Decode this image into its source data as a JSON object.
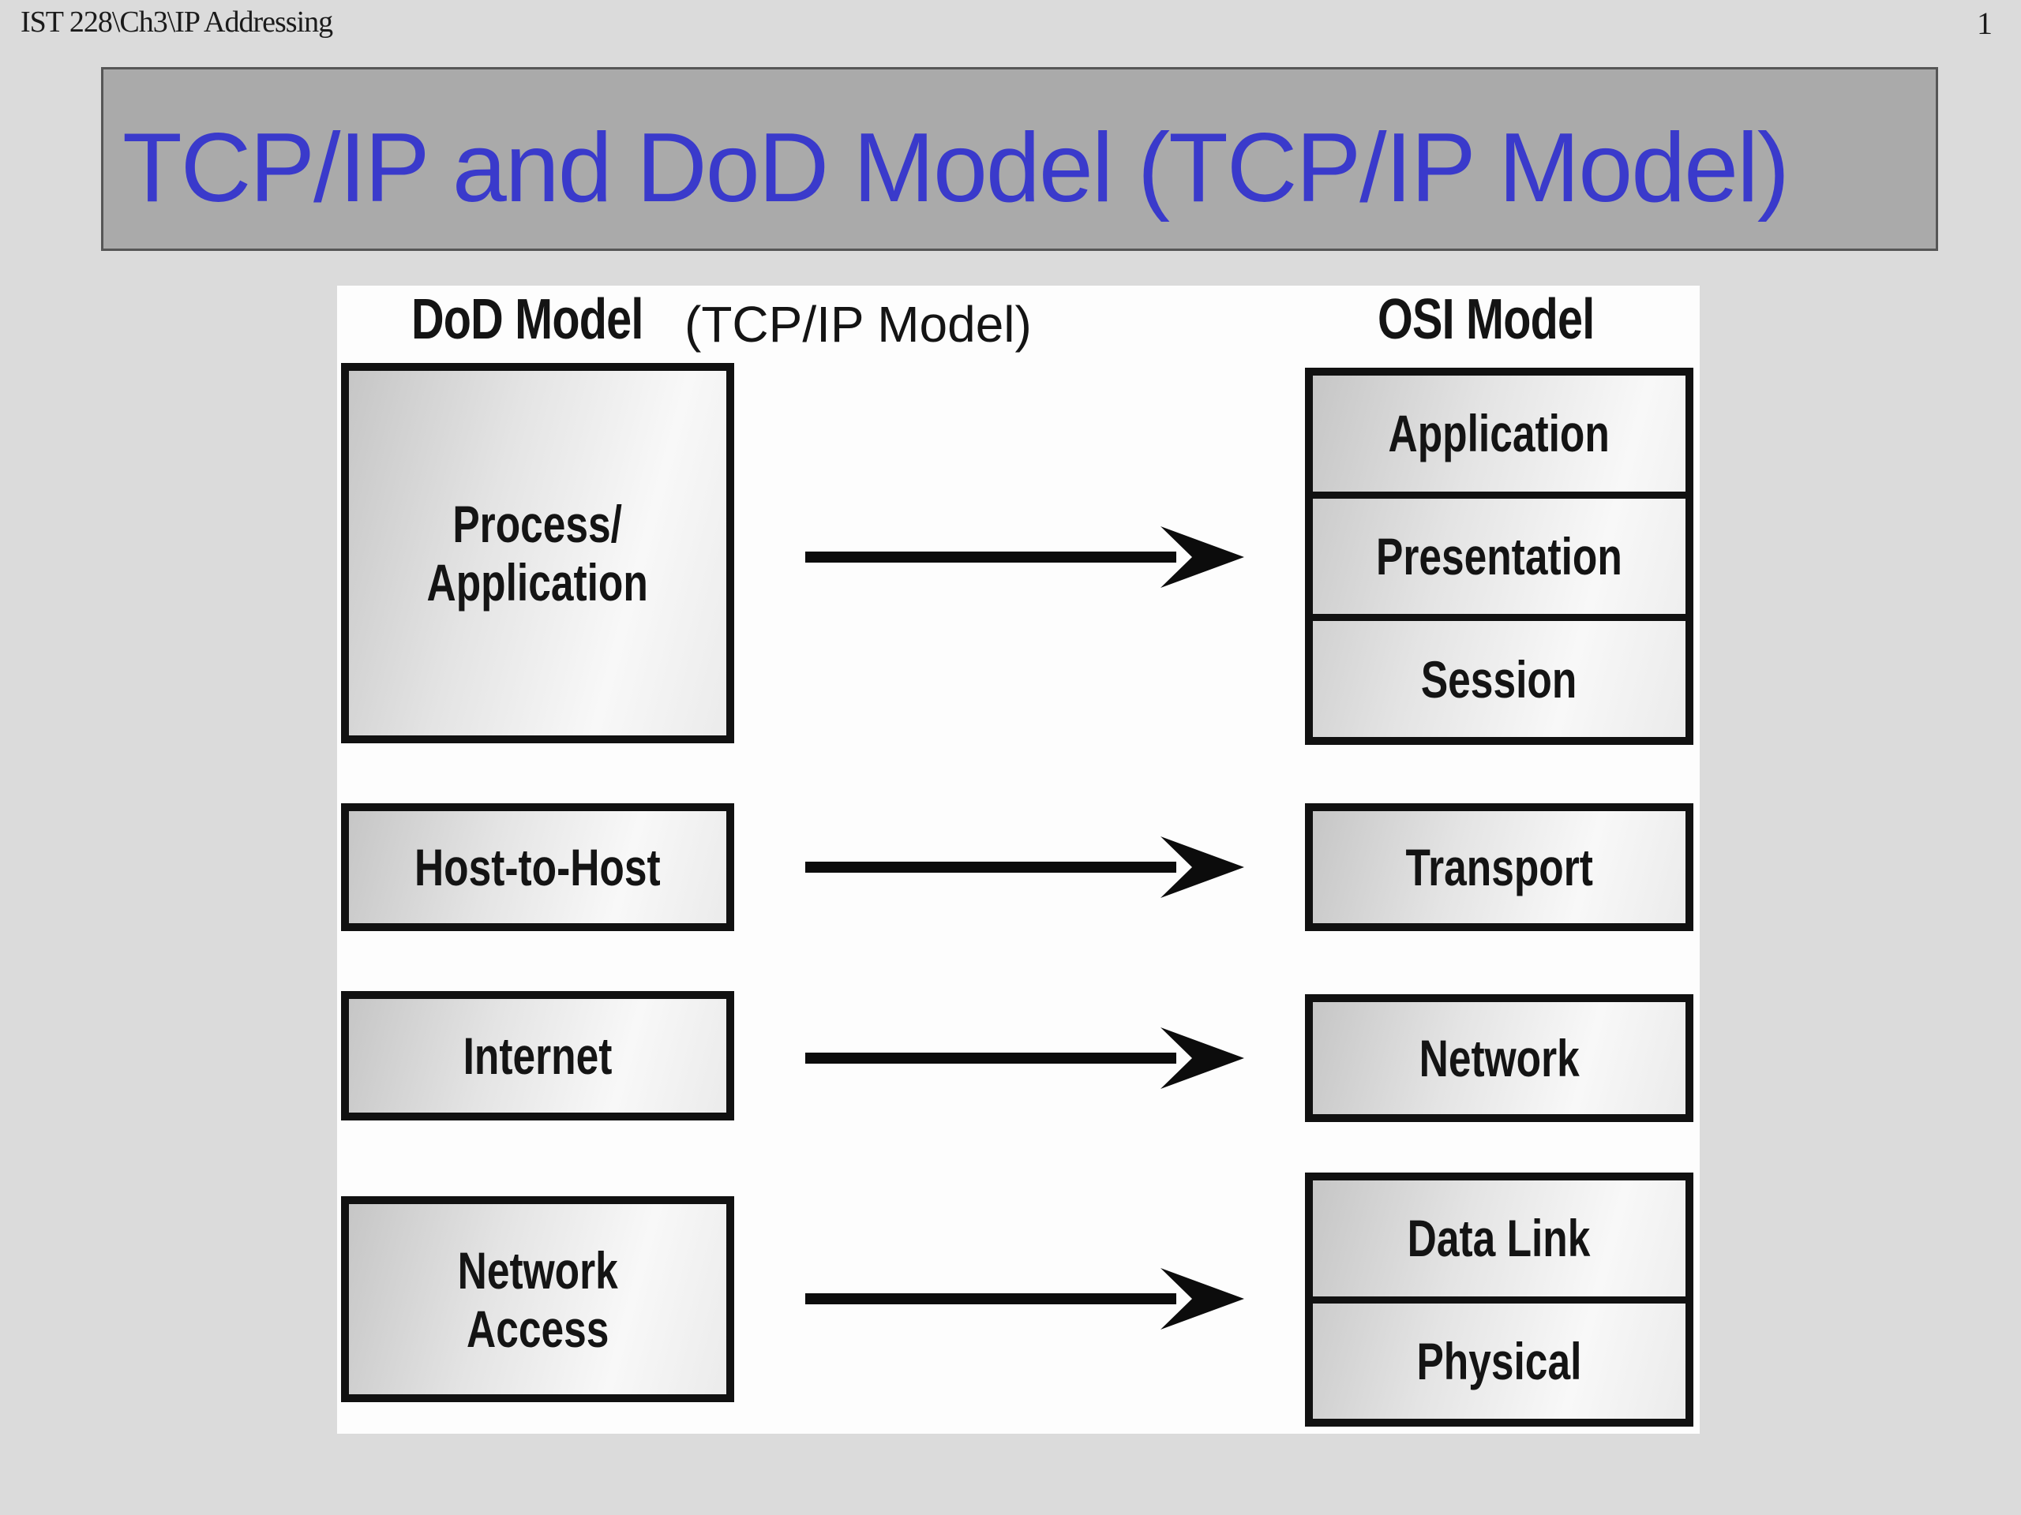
{
  "slide": {
    "header": "IST 228\\Ch3\\IP Addressing",
    "page_number": "1",
    "title": "TCP/IP and DoD Model (TCP/IP Model)"
  },
  "diagram": {
    "dod_header": "DoD Model",
    "dod_subheader": "(TCP/IP Model)",
    "osi_header": "OSI Model",
    "dod_layers": [
      {
        "lines": [
          "Process/",
          "Application"
        ]
      },
      {
        "lines": [
          "Host-to-Host"
        ]
      },
      {
        "lines": [
          "Internet"
        ]
      },
      {
        "lines": [
          "Network",
          "Access"
        ]
      }
    ],
    "osi_layers": [
      "Application",
      "Presentation",
      "Session",
      "Transport",
      "Network",
      "Data Link",
      "Physical"
    ],
    "mappings": [
      {
        "from": "Process/Application",
        "to": "Application / Presentation / Session"
      },
      {
        "from": "Host-to-Host",
        "to": "Transport"
      },
      {
        "from": "Internet",
        "to": "Network"
      },
      {
        "from": "Network Access",
        "to": "Data Link / Physical"
      }
    ]
  },
  "colors": {
    "page_bg": "#dbdbdb",
    "title_bar_bg": "#aaaaaa",
    "title_bar_border": "#565656",
    "title_text": "#3a3acb",
    "panel_bg": "#fdfdfd",
    "box_border": "#111111",
    "box_fill_start": "#c6c6c6",
    "box_fill_end": "#f8f8f8",
    "text_black": "#141414",
    "arrow_color": "#0c0c0c"
  }
}
